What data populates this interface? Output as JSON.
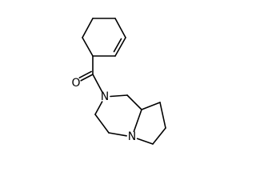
{
  "molecule": {
    "atoms": [
      {
        "symbol": "O"
      },
      {
        "symbol": "N"
      },
      {
        "symbol": "N"
      }
    ]
  },
  "colors": {
    "background": "#ffffff",
    "bond": "#000000",
    "label": "#000000"
  }
}
